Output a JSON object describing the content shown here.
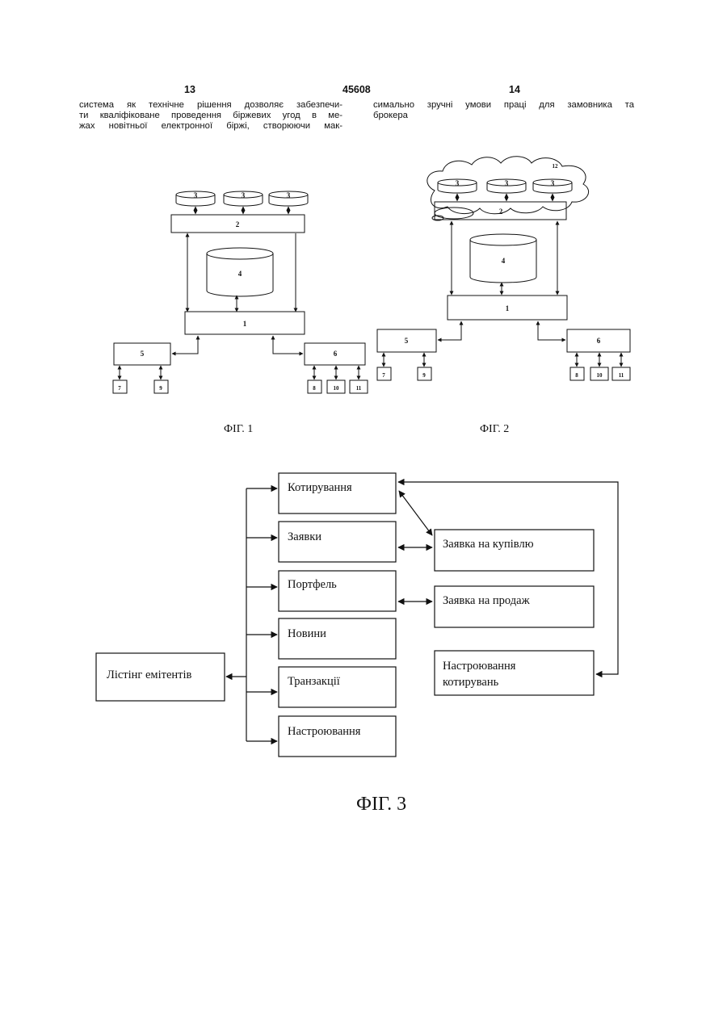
{
  "header": {
    "page_left": "13",
    "patent_number": "45608",
    "page_right": "14"
  },
  "text_left": [
    "система як технічне рішення дозволяє забезпечи-",
    "ти кваліфіковане проведення біржевих угод в ме-",
    "жах новітньої електронної біржі, створюючи мак-"
  ],
  "text_right": [
    "симально зручні умови праці для замовника та",
    "брокера"
  ],
  "fig1": {
    "caption": "ФІГ. 1",
    "labels": {
      "db1": "3",
      "db2": "3",
      "db3": "3",
      "bus": "2",
      "storage": "4",
      "server": "1",
      "client_a": "5",
      "client_b": "6",
      "t7": "7",
      "t9": "9",
      "t8": "8",
      "t10": "10",
      "t11": "11"
    }
  },
  "fig2": {
    "caption": "ФІГ. 2",
    "labels": {
      "cloud": "12",
      "db1": "3",
      "db2": "3",
      "db3": "3",
      "bus": "2",
      "storage": "4",
      "server": "1",
      "client_a": "5",
      "client_b": "6",
      "t7": "7",
      "t9": "9",
      "t8": "8",
      "t10": "10",
      "t11": "11"
    }
  },
  "fig3": {
    "caption": "ФІГ. 3",
    "root": "Лістінг емітентів",
    "menu": [
      "Котирування",
      "Заявки",
      "Портфель",
      "Новини",
      "Транзакції",
      "Настроювання"
    ],
    "right": {
      "buy": "Заявка на купівлю",
      "sell": "Заявка на продаж",
      "settings_line1": "Настроювання",
      "settings_line2": "котирувань"
    }
  }
}
